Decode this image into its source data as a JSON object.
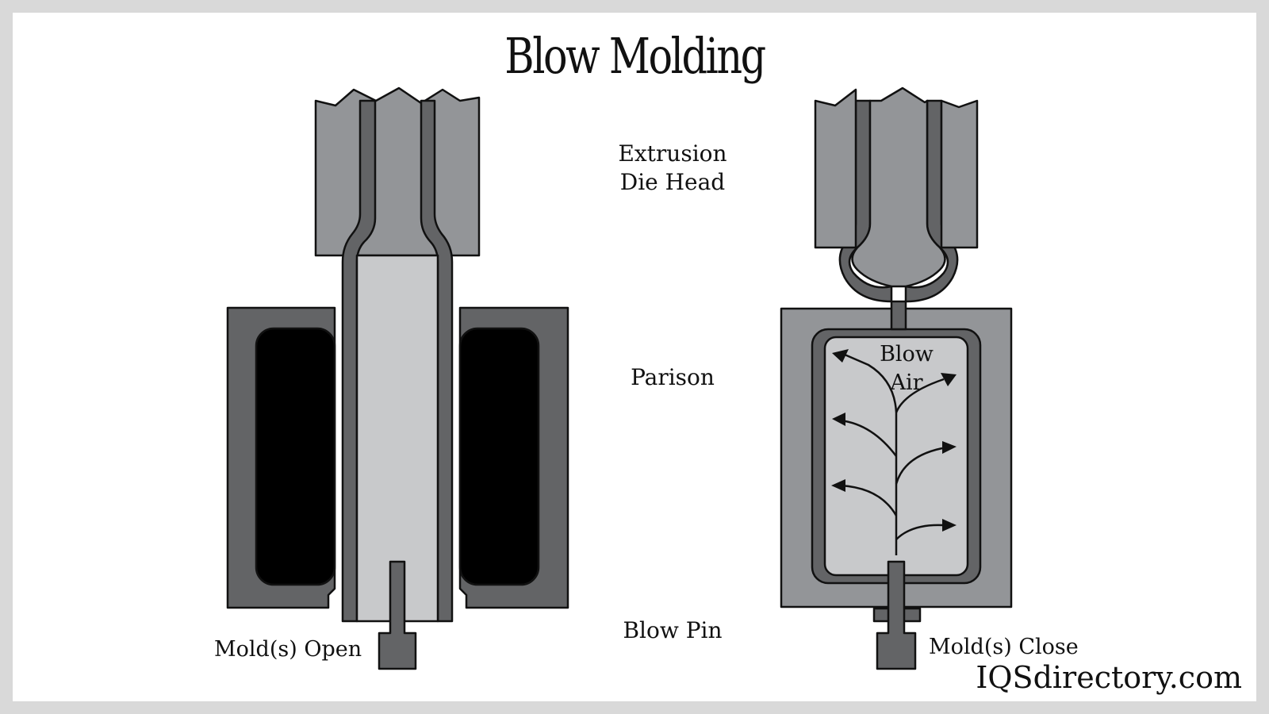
{
  "title": "Blow Molding",
  "labels": {
    "extrusion_die_head": [
      "Extrusion",
      "Die Head"
    ],
    "parison": "Parison",
    "blow_pin": "Blow Pin",
    "molds_open": "Mold(s) Open",
    "molds_close": "Mold(s) Close",
    "blow_air": [
      "Blow",
      "Air"
    ]
  },
  "brand": "IQSdirectory.com",
  "colors": {
    "background": "#d9d9d9",
    "panel": "#ffffff",
    "die_gray": "#939598",
    "dark_gray": "#636466",
    "light_gray": "#c8c9cb",
    "black": "#000000"
  }
}
